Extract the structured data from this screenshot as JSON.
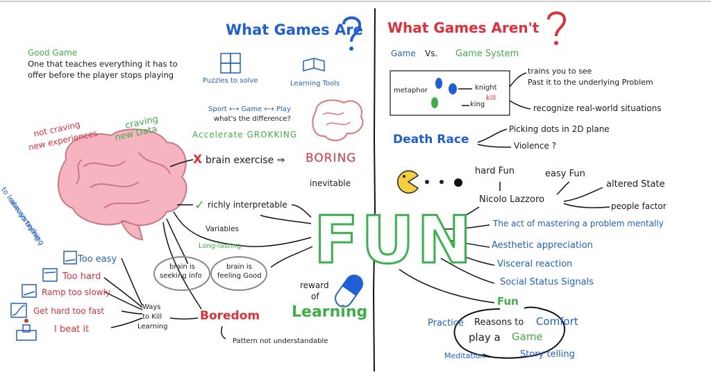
{
  "left": {
    "title": "What Games Are",
    "good_game": {
      "label": "Good Game",
      "line1": "One that teaches everything it has to",
      "line2": "offer before the player stops playing"
    },
    "puzzles": "Puzzles to solve",
    "learning_tools": "Learning Tools",
    "sport_game_play": "Sport ⟷ Game ⟷ Play",
    "whats_difference": "what's the difference?",
    "accelerate": "Accelerate GROKKING",
    "not_craving_1": "not craving",
    "not_craving_2": "new experiences",
    "craving_1": "craving",
    "craving_2": "new Data",
    "always_trying_1": "always trying",
    "always_trying_2": "to learn something",
    "brain_exercise": "brain exercise ⇒",
    "x_mark": "X",
    "boring": "BORING",
    "inevitable": "inevitable",
    "check_mark": "✓",
    "richly": "richly interpretable",
    "variables": "Variables",
    "long_lasting": "Long-lasting",
    "fun": "FUN",
    "too_easy": "Too easy",
    "too_hard": "Too hard",
    "ramp": "Ramp too slowly",
    "get_hard": "Get hard too fast",
    "beat_it": "I beat it",
    "ways_1": "Ways",
    "ways_2": "to Kill",
    "ways_3": "Learning",
    "seeking_1": "brain is",
    "seeking_2": "seeking info",
    "feeling_1": "brain is",
    "feeling_2": "feeling Good",
    "boredom": "Boredom",
    "pattern": "Pattern not understandable",
    "reward_1": "reward",
    "reward_2": "of",
    "learning": "Learning"
  },
  "right": {
    "title": "What Games Aren't",
    "game_vs_1": "Game",
    "game_vs_2": "Vs.",
    "game_vs_3": "Game System",
    "metaphor": "metaphor",
    "knight": "knight",
    "king": "king",
    "kill": "kill",
    "trains_1": "trains you to see",
    "trains_2": "Past it to the underlying Problem",
    "recognize": "recognize real-world situations",
    "death_race": "Death Race",
    "picking": "Picking dots in 2D plane",
    "violence": "Violence ?",
    "hard_fun": "hard Fun",
    "easy_fun": "easy Fun",
    "altered": "altered State",
    "nicolo": "Nicolo Lazzoro",
    "people": "people factor",
    "act": "The act of mastering a problem mentally",
    "aesthetic": "Aesthetic appreciation",
    "visceral": "Visceral reaction",
    "social": "Social Status Signals",
    "fun_small": "Fun",
    "reasons_1": "Reasons to",
    "reasons_2": "play a",
    "game_word": "Game",
    "practice": "Practice",
    "comfort": "Comfort",
    "meditation": "Meditation",
    "storytelling": "Story telling"
  },
  "colors": {
    "blue": "#1f5fd6",
    "red": "#e0303a",
    "green": "#3cb043",
    "pink": "#f2a5b2",
    "black": "#1a1a1a"
  }
}
